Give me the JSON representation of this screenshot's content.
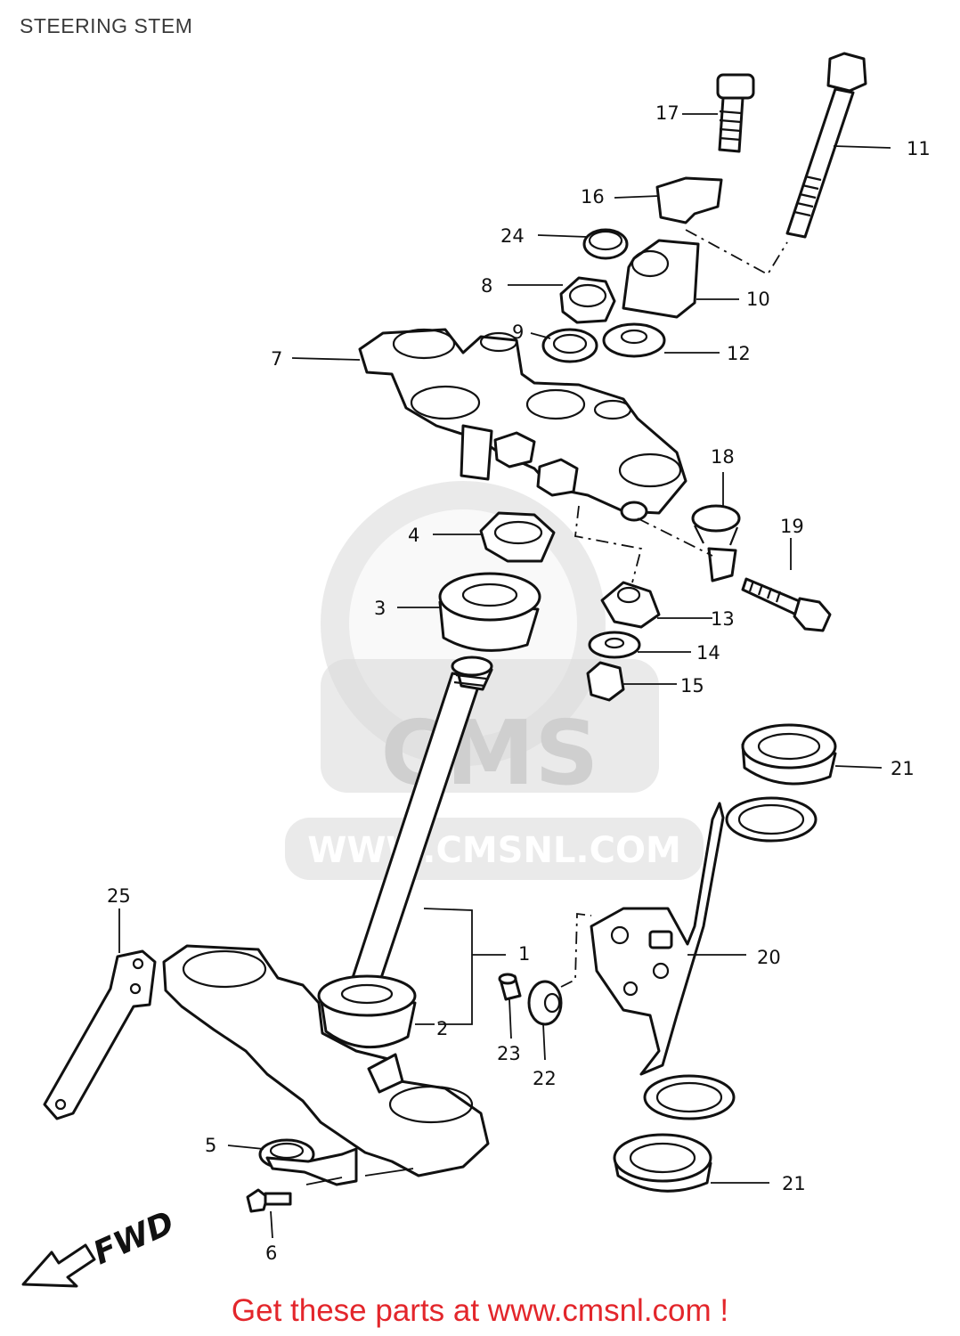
{
  "title": "STEERING STEM",
  "watermark": {
    "brand": "CMS",
    "url": "WWW.CMSNL.COM"
  },
  "direction_marker": "FWD",
  "callouts": [
    {
      "id": "1",
      "text": "1"
    },
    {
      "id": "2",
      "text": "2"
    },
    {
      "id": "3",
      "text": "3"
    },
    {
      "id": "4",
      "text": "4"
    },
    {
      "id": "5",
      "text": "5"
    },
    {
      "id": "6",
      "text": "6"
    },
    {
      "id": "7",
      "text": "7"
    },
    {
      "id": "8",
      "text": "8"
    },
    {
      "id": "9",
      "text": "9"
    },
    {
      "id": "10",
      "text": "10"
    },
    {
      "id": "11",
      "text": "11"
    },
    {
      "id": "12",
      "text": "12"
    },
    {
      "id": "13",
      "text": "13"
    },
    {
      "id": "14",
      "text": "14"
    },
    {
      "id": "15",
      "text": "15"
    },
    {
      "id": "16",
      "text": "16"
    },
    {
      "id": "17",
      "text": "17"
    },
    {
      "id": "18",
      "text": "18"
    },
    {
      "id": "19",
      "text": "19"
    },
    {
      "id": "20",
      "text": "20"
    },
    {
      "id": "21a",
      "text": "21"
    },
    {
      "id": "21b",
      "text": "21"
    },
    {
      "id": "22",
      "text": "22"
    },
    {
      "id": "23",
      "text": "23"
    },
    {
      "id": "24",
      "text": "24"
    },
    {
      "id": "25",
      "text": "25"
    }
  ],
  "footer": {
    "link_text": "Get these parts at www.cmsnl.com !",
    "link_color": "#e3262b"
  }
}
